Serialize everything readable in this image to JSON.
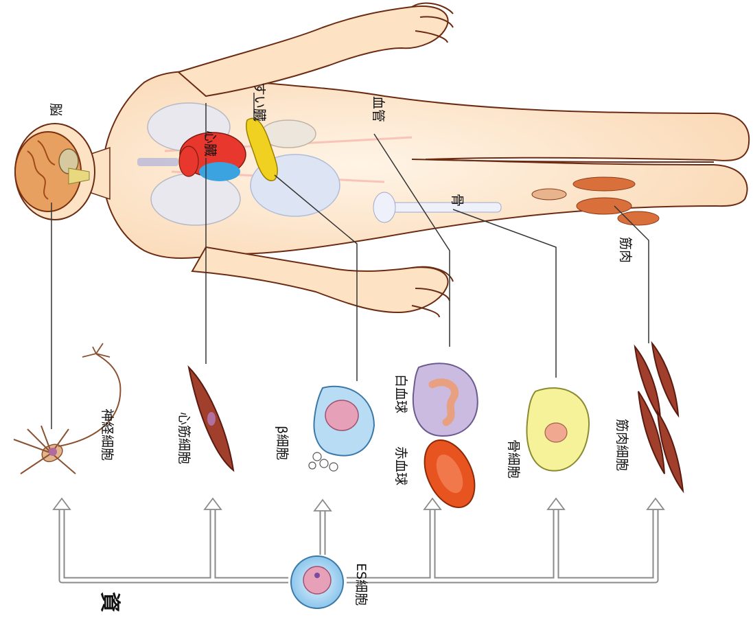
{
  "organs": {
    "brain": "脳",
    "heart": "心臓",
    "pancreas": "すい臓",
    "blood_vessel": "血管",
    "bone": "骨",
    "muscle": "筋肉"
  },
  "cells": {
    "neuron": "神経細胞",
    "cardiomyocyte": "心筋細胞",
    "beta_cell": "β細胞",
    "red_blood_cell": "赤血球",
    "white_blood_cell": "白血球",
    "osteocyte": "骨細胞",
    "muscle_cell": "筋肉細胞",
    "es_cell": "ES細胞"
  },
  "corner_mark": "資",
  "colors": {
    "skin": "#fde2c4",
    "skin_outline": "#6b2b12",
    "heart": "#e8372c",
    "heart_blue": "#3aa3e0",
    "pancreas": "#f0d020",
    "muscle": "#d9703c",
    "cell_red": "#8a3324",
    "rbc": "#e85420",
    "wbc": "#c8b4dc",
    "osteocyte": "#f6f29a",
    "es_blue": "#9fd0f0",
    "nucleus": "#e090a8",
    "arrow": "#8a8a8a"
  }
}
